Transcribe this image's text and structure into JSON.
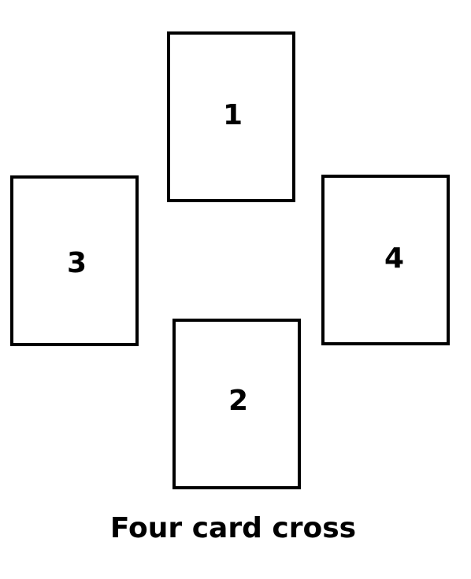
{
  "spread": {
    "title": "Four card cross",
    "cards": [
      {
        "label": "1"
      },
      {
        "label": "2"
      },
      {
        "label": "3"
      },
      {
        "label": "4"
      }
    ]
  },
  "colors": {
    "card_border": "#000000",
    "background": "#ffffff",
    "text": "#000000"
  }
}
